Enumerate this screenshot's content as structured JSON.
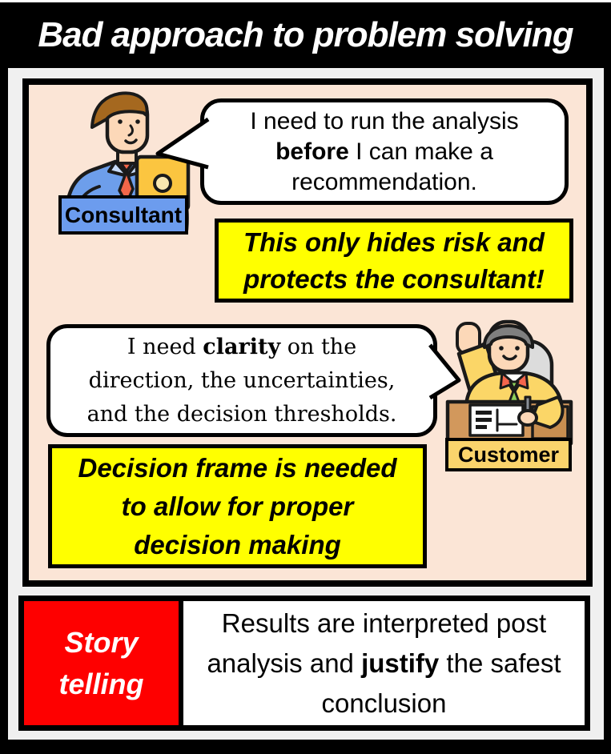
{
  "title": "Bad approach to problem solving",
  "panel": {
    "consultant": {
      "label": "Consultant",
      "figure": "consultant-at-laptop",
      "bubble": {
        "line1": "I need to run the analysis",
        "line2_bold": "before",
        "line2_rest": " I can make a",
        "line3": "recommendation."
      },
      "callout": {
        "line1": "This only hides risk and",
        "line2": "protects the consultant!"
      }
    },
    "customer": {
      "label": "Customer",
      "figure": "customer-raising-hand-at-desk",
      "bubble": {
        "line1_pre": "I need ",
        "line1_bold": "clarity",
        "line1_post": " on the",
        "line2": "direction, the uncertainties,",
        "line3": "and the decision thresholds."
      },
      "callout": {
        "line1": "Decision frame is needed",
        "line2": "to allow for proper",
        "line3": "decision making"
      }
    }
  },
  "footer": {
    "category_line1": "Story",
    "category_line2": "telling",
    "description_line1": "Results are interpreted post",
    "description_line2_pre": "analysis and ",
    "description_line2_bold": "justify",
    "description_line2_post": " the safest",
    "description_line3": "conclusion"
  },
  "colors": {
    "panel_bg": "#fbe5d6",
    "highlight_yellow": "#ffff00",
    "story_red": "#fe0000",
    "consultant_label_bg": "#6c9cee",
    "customer_label_bg": "#fad46c",
    "title_bar_bg": "#000000"
  }
}
